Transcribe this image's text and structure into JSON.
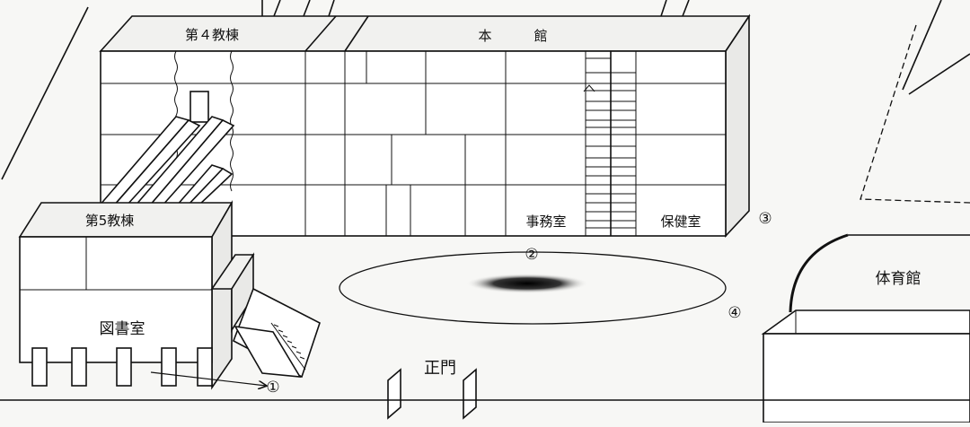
{
  "labels": {
    "building_4": "第４教棟",
    "main_hall_1": "本",
    "main_hall_2": "館",
    "building_5": "第5教棟",
    "library": "図書室",
    "office": "事務室",
    "nurse_office": "保健室",
    "gymnasium": "体育館",
    "main_gate": "正門"
  },
  "markers": {
    "m1": "①",
    "m2": "②",
    "m3": "③",
    "m4": "④"
  }
}
